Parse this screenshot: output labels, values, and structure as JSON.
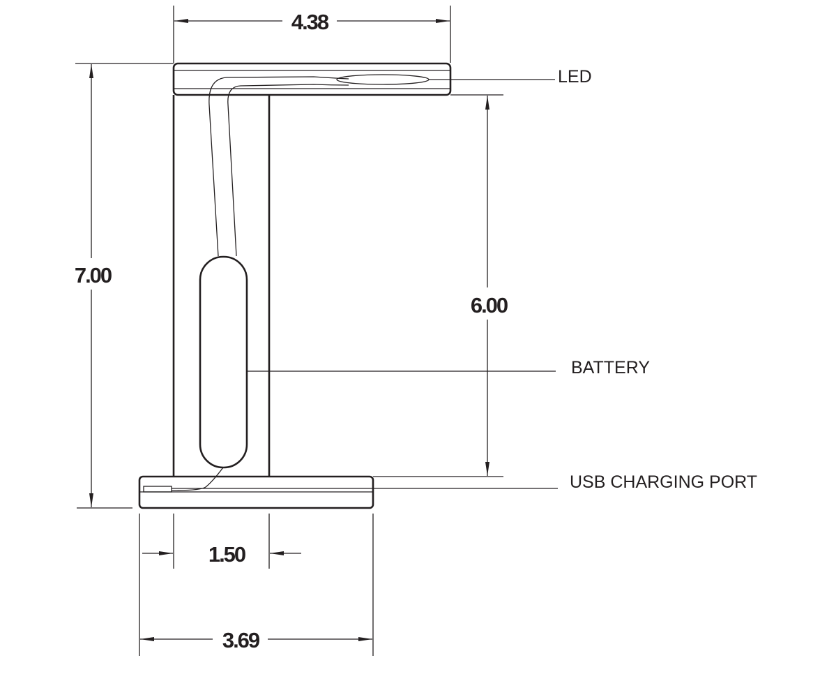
{
  "dimensions": {
    "head_width": "4.38",
    "overall_height": "7.00",
    "stem_height": "6.00",
    "stem_width": "1.50",
    "base_width": "3.69"
  },
  "callouts": {
    "led": "LED",
    "battery": "BATTERY",
    "usb_port": "USB CHARGING PORT"
  }
}
